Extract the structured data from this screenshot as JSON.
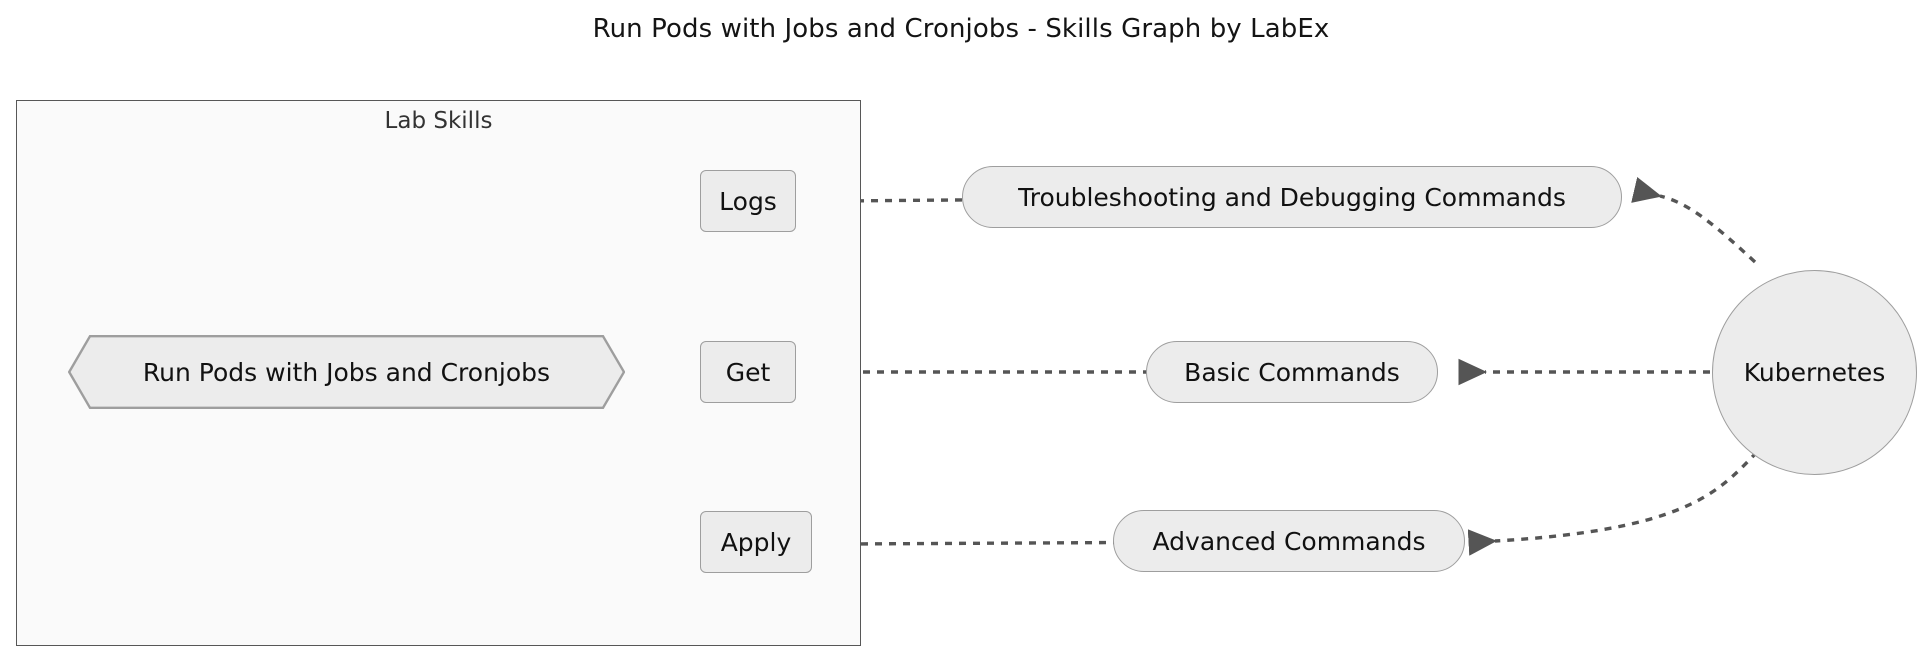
{
  "title": "Run Pods with Jobs and Cronjobs - Skills Graph by LabEx",
  "cluster": {
    "label": "Lab Skills"
  },
  "nodes": {
    "lab": {
      "label": "Run Pods with Jobs and Cronjobs",
      "shape": "hexagon"
    },
    "logs": {
      "label": "Logs",
      "shape": "rounded-rect"
    },
    "get": {
      "label": "Get",
      "shape": "rounded-rect"
    },
    "apply": {
      "label": "Apply",
      "shape": "rounded-rect"
    },
    "troubleshooting": {
      "label": "Troubleshooting and Debugging Commands",
      "shape": "stadium"
    },
    "basic": {
      "label": "Basic Commands",
      "shape": "stadium"
    },
    "advanced": {
      "label": "Advanced Commands",
      "shape": "stadium"
    },
    "kubernetes": {
      "label": "Kubernetes",
      "shape": "circle"
    }
  },
  "edges": [
    {
      "from": "kubernetes",
      "to": "troubleshooting"
    },
    {
      "from": "kubernetes",
      "to": "basic"
    },
    {
      "from": "kubernetes",
      "to": "advanced"
    },
    {
      "from": "troubleshooting",
      "to": "logs"
    },
    {
      "from": "basic",
      "to": "get"
    },
    {
      "from": "advanced",
      "to": "apply"
    },
    {
      "from": "logs",
      "to": "lab"
    },
    {
      "from": "get",
      "to": "lab"
    },
    {
      "from": "apply",
      "to": "lab"
    }
  ],
  "style": {
    "node_fill": "#ececec",
    "node_stroke": "#9e9e9e",
    "cluster_fill": "#fafafa",
    "cluster_stroke": "#575757",
    "edge_color": "#555555",
    "text_color": "#111111",
    "background": "#ffffff"
  }
}
